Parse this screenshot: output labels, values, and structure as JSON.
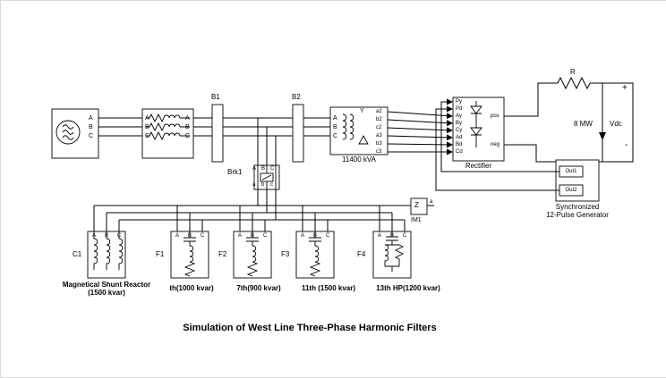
{
  "title": "Simulation of West Line Three-Phase Harmonic Filters",
  "blocks": {
    "source": {
      "ports": [
        "A",
        "B",
        "C"
      ]
    },
    "feeder": {
      "left_ports": [
        "A",
        "B",
        "C"
      ],
      "right_ports": [
        "A",
        "B",
        "C"
      ]
    },
    "bus1": {
      "label": "B1"
    },
    "bus2": {
      "label": "B2"
    },
    "transformer": {
      "caption": "11400 kVA",
      "left_ports": [
        "A",
        "B",
        "C"
      ],
      "right_ports": [
        "a2",
        "b2",
        "c2",
        "a3",
        "b3",
        "c3"
      ],
      "winding_label": "Y"
    },
    "rectifier": {
      "caption": "Rectifier",
      "input_ports": [
        "Py",
        "Pd",
        "Ay",
        "By",
        "Cy",
        "Ad",
        "Bd",
        "Cd"
      ],
      "output_ports": [
        "pos",
        "neg"
      ]
    },
    "dc_circuit": {
      "resistor": "R",
      "load": "8 MW",
      "meter": "Vdc",
      "plus": "+",
      "minus": "-"
    },
    "pulse_generator": {
      "outputs": [
        "Out1",
        "Out2"
      ],
      "caption": [
        "Synchronized",
        "12-Pulse Generator"
      ]
    },
    "breaker": {
      "label": "Brk1",
      "top_ports": [
        "A",
        "B",
        "C"
      ],
      "bottom_ports": [
        "a",
        "b",
        "c"
      ]
    },
    "impedance_meter": {
      "symbol": "Z",
      "port": "a",
      "label": "IM1"
    },
    "filters": [
      {
        "id": "C1",
        "ports": [
          "A",
          "B",
          "C"
        ],
        "caption": [
          "Magnetical Shunt Reactor",
          "(1500 kvar)"
        ]
      },
      {
        "id": "F1",
        "ports": [
          "A",
          "B",
          "C"
        ],
        "caption": [
          "th(1000 kvar)"
        ]
      },
      {
        "id": "F2",
        "ports": [
          "A",
          "B",
          "C"
        ],
        "caption": [
          "7th(900 kvar)"
        ]
      },
      {
        "id": "F3",
        "ports": [
          "A",
          "B",
          "C"
        ],
        "caption": [
          "11th (1500 kvar)"
        ]
      },
      {
        "id": "F4",
        "ports": [
          "A",
          "B",
          "C"
        ],
        "caption": [
          "13th HP(1200 kvar)"
        ]
      }
    ]
  },
  "colors": {
    "wire": "#000000",
    "background": "#ffffff"
  }
}
